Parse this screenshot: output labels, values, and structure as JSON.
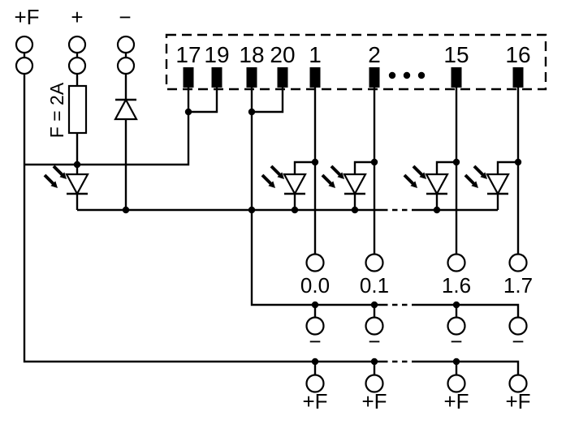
{
  "power_in": {
    "terminals": [
      {
        "label": "+F"
      },
      {
        "label": "+"
      },
      {
        "label": "−"
      }
    ],
    "fuse_label": "F = 2A"
  },
  "connector": {
    "pins": [
      "17",
      "19",
      "18",
      "20",
      "1",
      "2",
      "15",
      "16"
    ]
  },
  "outputs": {
    "signal_labels": [
      "0.0",
      "0.1",
      "1.6",
      "1.7"
    ],
    "minus_labels": [
      "−",
      "−",
      "−",
      "−"
    ],
    "fused_plus_labels": [
      "+F",
      "+F",
      "+F",
      "+F"
    ]
  },
  "colors": {
    "line": "#000000",
    "background": "#ffffff"
  }
}
